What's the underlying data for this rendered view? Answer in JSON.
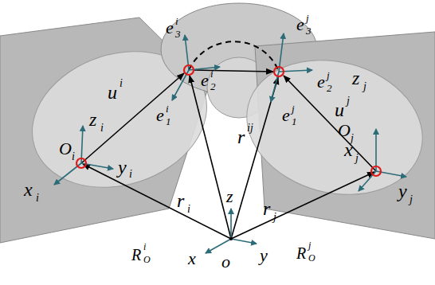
{
  "diagram": {
    "labels": [
      "z",
      "i",
      "x",
      "i",
      "O",
      "i",
      "y",
      "i",
      "u",
      "i",
      "e",
      "i",
      "3",
      "e",
      "i",
      "2",
      "e",
      "i",
      "1",
      "r",
      "ij",
      "e",
      "j",
      "3",
      "e",
      "j",
      "2",
      "e",
      "j",
      "1",
      "u",
      "j",
      "z",
      "j",
      "O",
      "j",
      "y",
      "j",
      "x",
      "j",
      "r",
      "i",
      "r",
      "j",
      "z",
      "x",
      "o",
      "y",
      "R",
      "i",
      "O",
      "R",
      "j",
      "O"
    ]
  }
}
